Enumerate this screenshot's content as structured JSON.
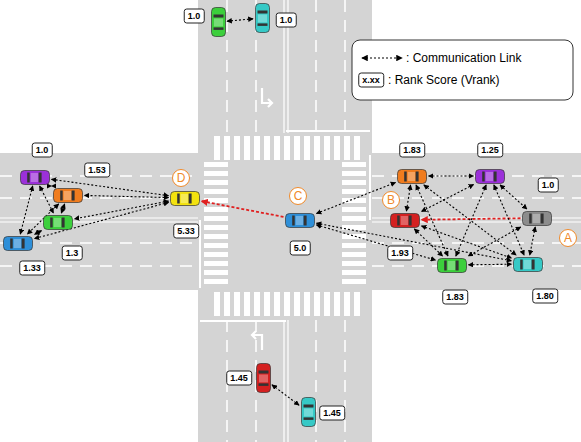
{
  "diagram": {
    "nodes": [
      {
        "text": [
          "1.0"
        ]
      },
      {
        "text": [
          "1.0"
        ]
      },
      {
        "text": [
          "1.0"
        ]
      },
      {
        "text": [
          "1.83"
        ]
      },
      {
        "text": [
          "1.25"
        ]
      },
      {
        "text": [
          "1.53"
        ]
      },
      {
        "text": [
          "D",
          "5.33"
        ]
      },
      {
        "text": [
          "A",
          "1.0"
        ]
      },
      {
        "text": [
          "1.3"
        ]
      },
      {
        "text": [
          "C",
          "5.0"
        ]
      },
      {
        "text": [
          "B",
          "1.93"
        ]
      },
      {
        "text": [
          "1.33"
        ]
      },
      {
        "text": [
          "1.83"
        ]
      },
      {
        "text": [
          "1.80"
        ]
      },
      {
        "text": [
          "1.45"
        ]
      },
      {
        "text": [
          "1.45"
        ]
      }
    ],
    "edges": [
      {
        "from": 0,
        "to": 1,
        "arrow": "both"
      },
      {
        "from": 2,
        "to": 5,
        "arrow": "both"
      },
      {
        "from": 2,
        "to": 8,
        "arrow": "both"
      },
      {
        "from": 2,
        "to": 11,
        "arrow": "both"
      },
      {
        "from": 5,
        "to": 8,
        "arrow": "both"
      },
      {
        "from": 5,
        "to": 11,
        "arrow": "both"
      },
      {
        "from": 8,
        "to": 11,
        "arrow": "both"
      },
      {
        "from": 6,
        "to": 2,
        "arrow": "both"
      },
      {
        "from": 6,
        "to": 5,
        "arrow": "both"
      },
      {
        "from": 6,
        "to": 8,
        "arrow": "both"
      },
      {
        "from": 6,
        "to": 11,
        "arrow": "both"
      },
      {
        "from": 9,
        "to": 6,
        "arrow": "to"
      },
      {
        "from": 9,
        "to": 3,
        "arrow": "both"
      },
      {
        "from": 9,
        "to": 12,
        "arrow": "both"
      },
      {
        "from": 9,
        "to": 13,
        "arrow": "both"
      },
      {
        "from": 7,
        "to": 10,
        "arrow": "to"
      },
      {
        "from": 3,
        "to": 4,
        "arrow": "both"
      },
      {
        "from": 3,
        "to": 10,
        "arrow": "both"
      },
      {
        "from": 3,
        "to": 12,
        "arrow": "both"
      },
      {
        "from": 3,
        "to": 13,
        "arrow": "both"
      },
      {
        "from": 4,
        "to": 7,
        "arrow": "both"
      },
      {
        "from": 4,
        "to": 10,
        "arrow": "both"
      },
      {
        "from": 4,
        "to": 12,
        "arrow": "both"
      },
      {
        "from": 4,
        "to": 13,
        "arrow": "both"
      },
      {
        "from": 10,
        "to": 12,
        "arrow": "both"
      },
      {
        "from": 10,
        "to": 13,
        "arrow": "both"
      },
      {
        "from": 12,
        "to": 13,
        "arrow": "both"
      },
      {
        "from": 7,
        "to": 13,
        "arrow": "both"
      },
      {
        "from": 7,
        "to": 12,
        "arrow": "both"
      },
      {
        "from": 14,
        "to": 15,
        "arrow": "both"
      }
    ],
    "labels": [
      "x.xx"
    ],
    "legend": [
      {
        "text": ": Communication Link"
      },
      {
        "text": ": Rank Score (Vrank)"
      }
    ]
  }
}
